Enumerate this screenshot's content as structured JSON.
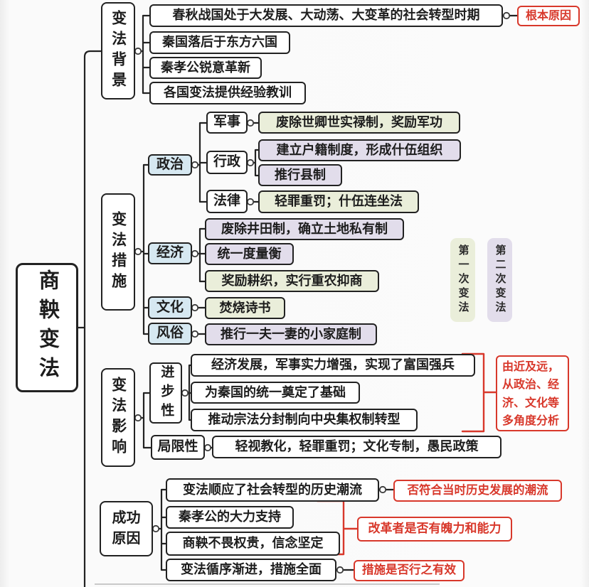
{
  "root": {
    "label": "商鞅变法"
  },
  "background": {
    "label": "变法背景",
    "items": [
      "春秋战国处于大发展、大动荡、大变革的社会转型时期",
      "秦国落后于东方六国",
      "秦孝公锐意革新",
      "各国变法提供经验教训"
    ],
    "annotation": "根本原因"
  },
  "measures": {
    "label": "变法措施",
    "politics": {
      "label": "政治"
    },
    "military": {
      "label": "军事",
      "items": [
        "废除世卿世实禄制，奖励军功"
      ]
    },
    "administration": {
      "label": "行政",
      "items": [
        "建立户籍制度，形成什伍组织",
        "推行县制"
      ]
    },
    "law": {
      "label": "法律",
      "items": [
        "轻罪重罚；什伍连坐法"
      ]
    },
    "economy": {
      "label": "经济",
      "items": [
        "废除井田制，确立土地私有制",
        "统一度量衡",
        "奖励耕织，实行重农抑商"
      ]
    },
    "culture": {
      "label": "文化",
      "items": [
        "焚烧诗书"
      ]
    },
    "customs": {
      "label": "风俗",
      "items": [
        "推行一夫一妻的小家庭制"
      ]
    }
  },
  "legend": {
    "first": "第一次变法",
    "second": "第二次变法"
  },
  "impact": {
    "label": "变法影响",
    "progressive": {
      "label": "进步性",
      "items": [
        "经济发展，军事实力增强，实现了富国强兵",
        "为秦国的统一奠定了基础",
        "推动宗法分封制向中央集权制转型"
      ]
    },
    "limitation": {
      "label": "局限性",
      "items": [
        "轻视教化，轻罪重罚；文化专制，愚民政策"
      ]
    },
    "annotation": "由近及远，从政治、经济、文化等多角度分析"
  },
  "success": {
    "label": "成功原因",
    "items": [
      "变法顺应了社会转型的历史潮流",
      "秦孝公的大力支持",
      "商鞅不畏权贵，信念坚定",
      "变法循序渐进，措施全面"
    ],
    "annotations": [
      "否符合当时历史发展的潮流",
      "改革者是否有魄力和能力",
      "措施是否行之有效"
    ]
  },
  "colors": {
    "phase1_bg": "#eaeeda",
    "phase2_bg": "#e2ddeb",
    "category_bg": "#d6e8f1",
    "annotation_red": "#d8382b",
    "line": "#222222"
  }
}
